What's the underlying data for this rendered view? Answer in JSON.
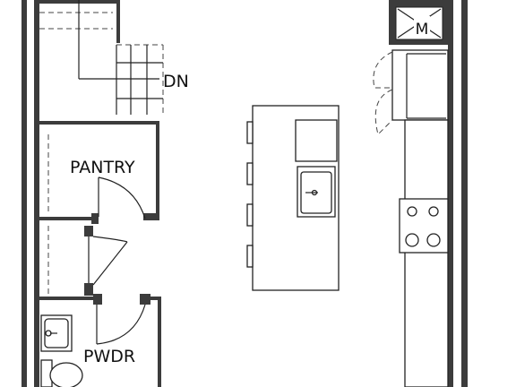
{
  "labels": {
    "stairs_down": "DN",
    "pantry": "PANTRY",
    "powder_room": "PWDR",
    "microwave": "M"
  },
  "colors": {
    "wall_fill": "#3c3c3c",
    "line": "#222222",
    "background": "#ffffff"
  }
}
